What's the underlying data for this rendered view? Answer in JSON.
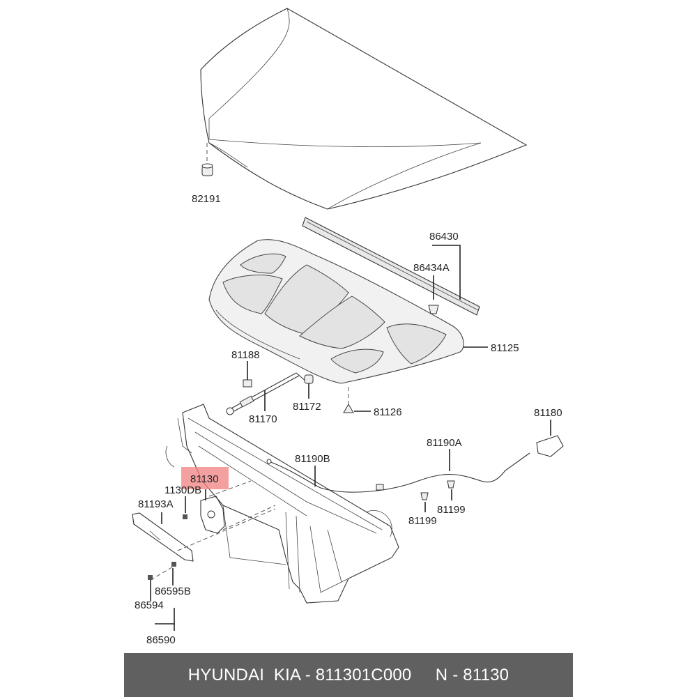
{
  "part_labels": {
    "p82191": "82191",
    "p86430": "86430",
    "p86434A": "86434A",
    "p81125": "81125",
    "p81188": "81188",
    "p81172": "81172",
    "p81126": "81126",
    "p81170": "81170",
    "p81180": "81180",
    "p81190A": "81190A",
    "p81190B": "81190B",
    "p81130": "81130",
    "p1130DB": "1130DB",
    "p81193A": "81193A",
    "p81199a": "81199",
    "p81199b": "81199",
    "p86595B": "86595B",
    "p86594": "86594",
    "p86590": "86590"
  },
  "footer": {
    "text": "HYUNDAI  KIA - 811301C000     N - 81130"
  },
  "colors": {
    "highlight": "#f08080",
    "footer_bg": "#606060",
    "footer_text": "#ffffff"
  }
}
